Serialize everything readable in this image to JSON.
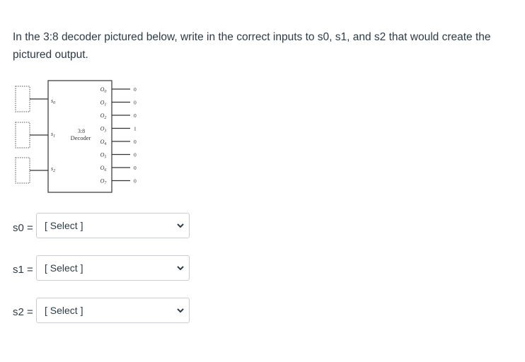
{
  "question": {
    "text": "In the 3:8 decoder pictured below, write in the correct inputs to s0, s1, and s2 that would create the pictured output."
  },
  "diagram": {
    "block_label_line1": "3:8",
    "block_label_line2": "Decoder",
    "inputs": [
      {
        "name": "s",
        "sub": "0"
      },
      {
        "name": "s",
        "sub": "1"
      },
      {
        "name": "s",
        "sub": "2"
      }
    ],
    "outputs": [
      {
        "name": "O",
        "sub": "0",
        "value": "0"
      },
      {
        "name": "O",
        "sub": "1",
        "value": "0"
      },
      {
        "name": "O",
        "sub": "2",
        "value": "0"
      },
      {
        "name": "O",
        "sub": "3",
        "value": "1"
      },
      {
        "name": "O",
        "sub": "4",
        "value": "0"
      },
      {
        "name": "O",
        "sub": "5",
        "value": "0"
      },
      {
        "name": "O",
        "sub": "6",
        "value": "0"
      },
      {
        "name": "O",
        "sub": "7",
        "value": "0"
      }
    ]
  },
  "answers": [
    {
      "label": "s0 =",
      "value": "[ Select ]",
      "icon": "chevron-down-icon"
    },
    {
      "label": "s1 =",
      "value": "[ Select ]",
      "icon": "chevron-down-icon"
    },
    {
      "label": "s2 =",
      "value": "[ Select ]",
      "icon": "chevron-down-icon"
    }
  ],
  "colors": {
    "text": "#2d3b45",
    "border": "#c7cdd1"
  }
}
